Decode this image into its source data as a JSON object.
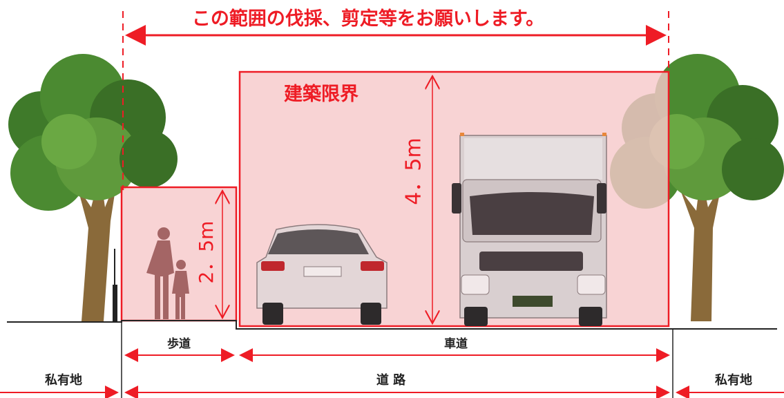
{
  "banner": {
    "text": "この範囲の伐採、剪定等をお願いします。"
  },
  "clearance": {
    "title": "建築限界",
    "road_height": "4．5m",
    "sidewalk_height": "2．5m"
  },
  "labels": {
    "sidewalk": "歩道",
    "roadway": "車道",
    "road": "道 路",
    "private_left": "私有地",
    "private_right": "私有地"
  },
  "colors": {
    "accent_red": "#ee1c25",
    "clearance_fill": "#f7c9ca",
    "tree_foliage": "#3f7a2a",
    "trunk": "#8a6a3a"
  }
}
